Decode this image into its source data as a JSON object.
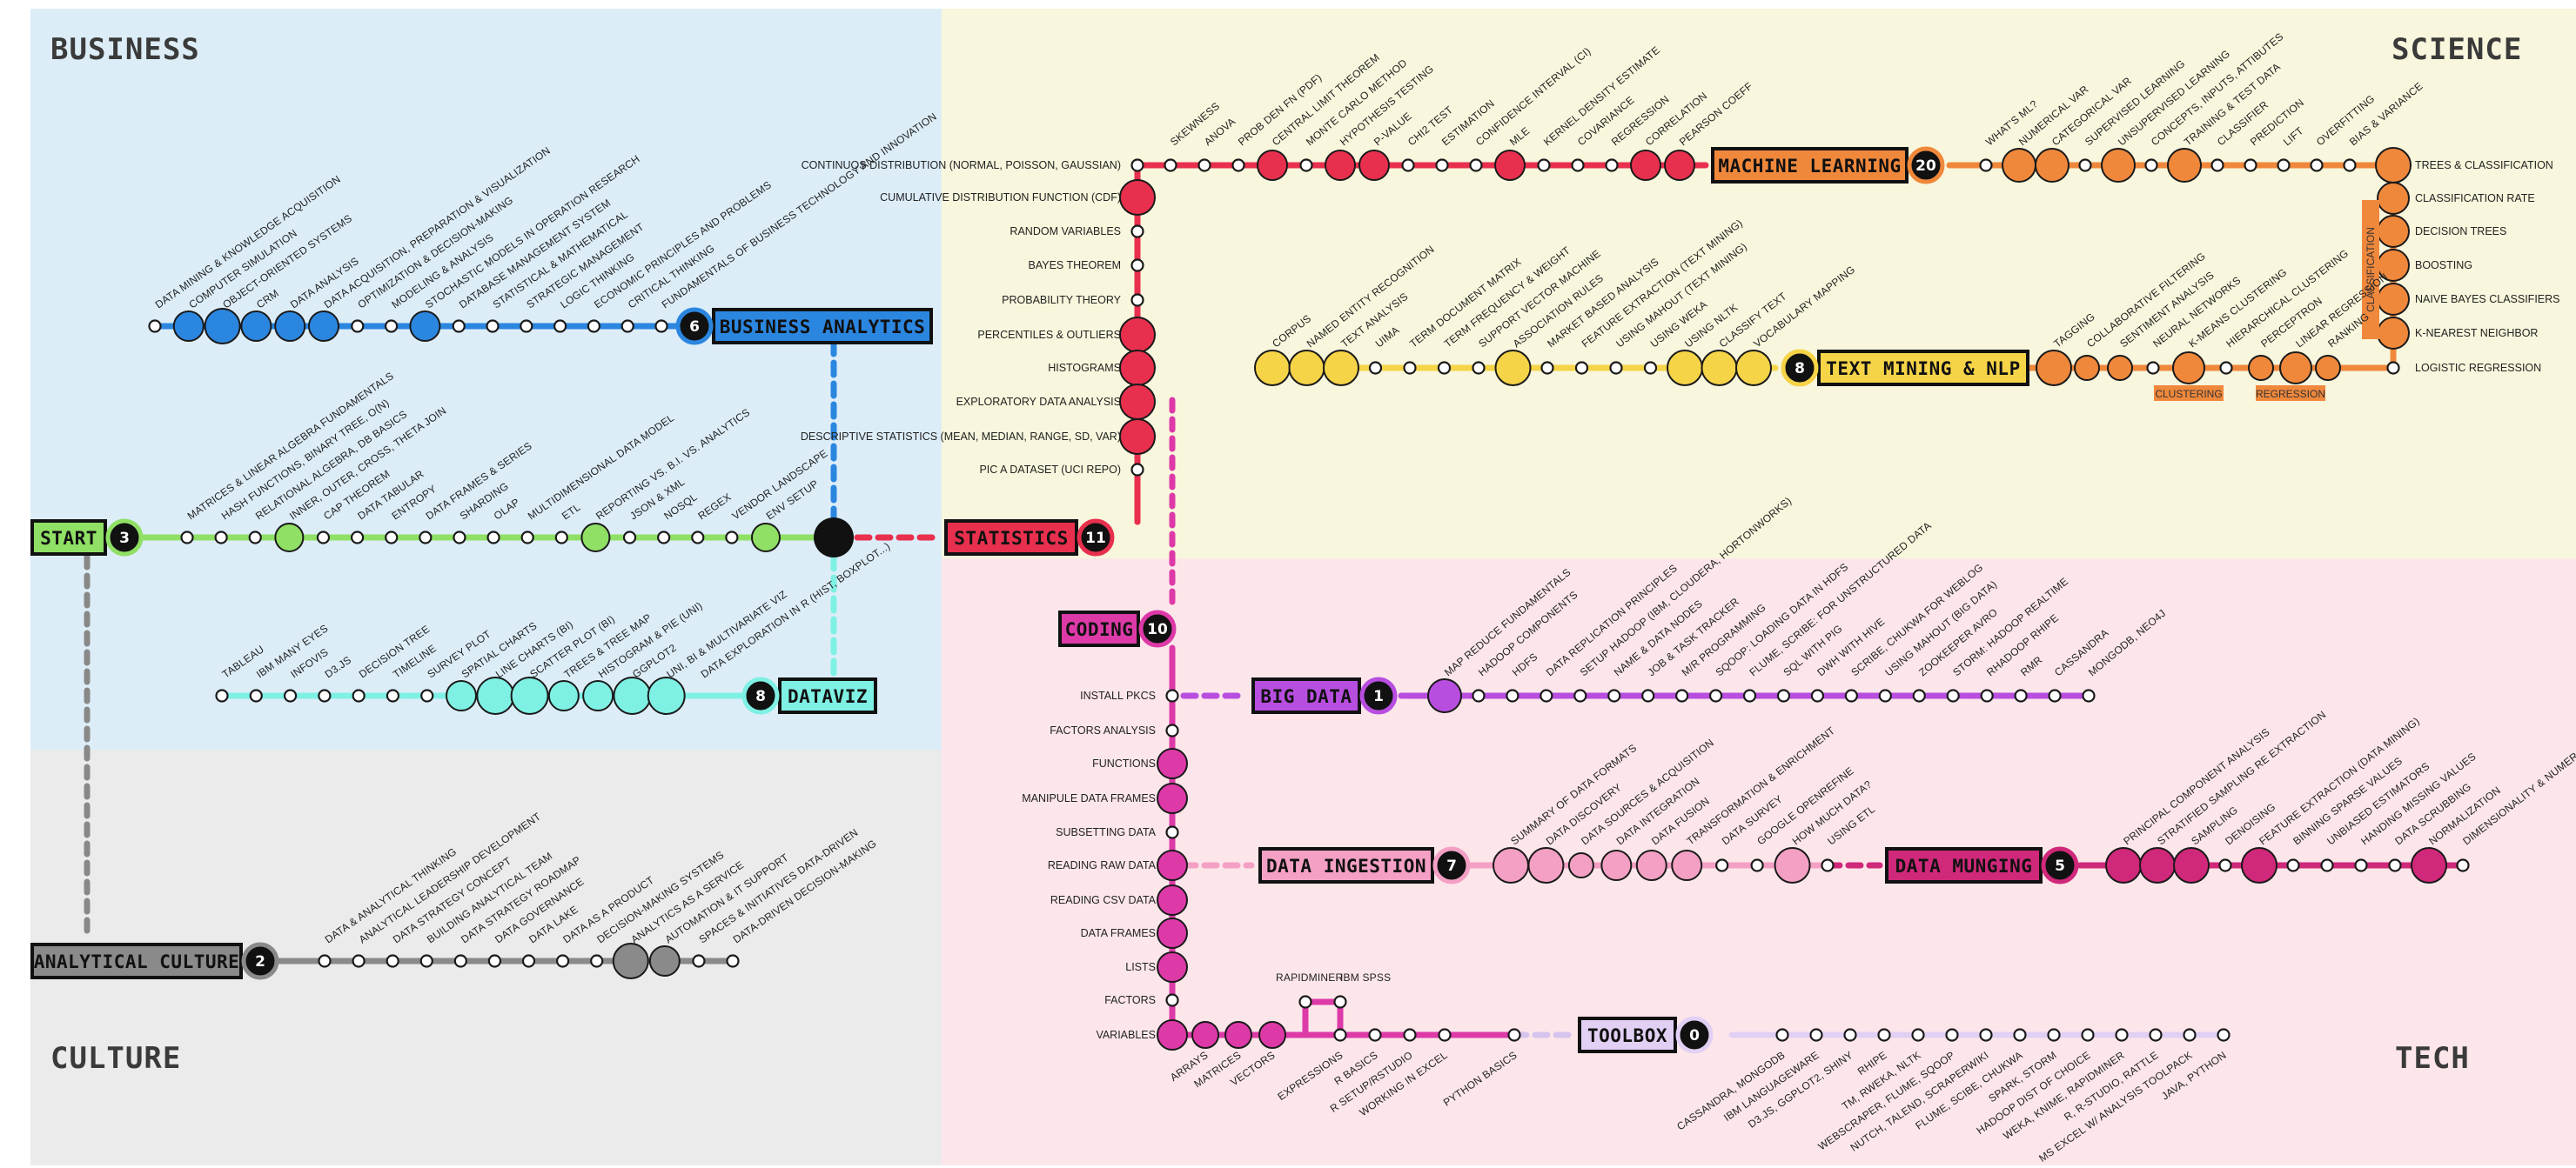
{
  "quadrants": {
    "business": "BUSINESS",
    "science": "SCIENCE",
    "culture": "CULTURE",
    "tech": "TECH"
  },
  "colors": {
    "business": "#2b86e0",
    "dataviz": "#7ff0e4",
    "start": "#8fe065",
    "statistics": "#e8304e",
    "ml": "#f0883c",
    "textmining": "#f6d448",
    "culture": "#8a8a8a",
    "coding": "#dd3aa8",
    "bigdata": "#b84ee0",
    "ingestion": "#f4a0c4",
    "munging": "#d0287a",
    "toolbox": "#e2d0f4",
    "bg_business": "#dcedf8",
    "bg_science": "#f8f6dc",
    "bg_culture": "#ebebeb",
    "bg_tech": "#fce6ea"
  },
  "lines": {
    "start": {
      "label": "START",
      "number": "3"
    },
    "business_analytics": {
      "label": "BUSINESS ANALYTICS",
      "number": "6"
    },
    "dataviz": {
      "label": "DATAVIZ",
      "number": "8"
    },
    "analytical_culture": {
      "label": "ANALYTICAL CULTURE",
      "number": "2"
    },
    "statistics": {
      "label": "STATISTICS",
      "number": "11"
    },
    "machine_learning": {
      "label": "MACHINE LEARNING",
      "number": "20"
    },
    "text_mining": {
      "label": "TEXT MINING & NLP",
      "number": "8"
    },
    "coding": {
      "label": "CODING",
      "number": "10"
    },
    "big_data": {
      "label": "BIG DATA",
      "number": "1"
    },
    "data_ingestion": {
      "label": "DATA INGESTION",
      "number": "7"
    },
    "data_munging": {
      "label": "DATA MUNGING",
      "number": "5"
    },
    "toolbox": {
      "label": "TOOLBOX",
      "number": "0"
    }
  },
  "stations": {
    "business": [
      "DATA MINING & KNOWLEDGE ACQUISITION",
      "COMPUTER SIMULATION",
      "OBJECT-ORIENTED SYSTEMS",
      "CRM",
      "DATA ANALYSIS",
      "DATA ACQUISITION, PREPARATION & VISUALIZATION",
      "OPTIMIZATION & DECISION-MAKING",
      "MODELING & ANALYSIS",
      "STOCHASTIC MODELS IN OPERATION RESEARCH",
      "DATABASE MANAGEMENT SYSTEM",
      "STATISTICAL & MATHEMATICAL",
      "STRATEGIC MANAGEMENT",
      "LOGIC THINKING",
      "ECONOMIC PRINCIPLES AND PROBLEMS",
      "CRITICAL THINKING",
      "FUNDAMENTALS OF BUSINESS TECHNOLOGY AND INNOVATION"
    ],
    "start": [
      "MATRICES & LINEAR ALGEBRA FUNDAMENTALS",
      "HASH FUNCTIONS, BINARY TREE, O(N)",
      "RELATIONAL ALGEBRA, DB BASICS",
      "INNER, OUTER, CROSS, THETA JOIN",
      "CAP THEOREM",
      "DATA TABULAR",
      "ENTROPY",
      "DATA FRAMES & SERIES",
      "SHARDING",
      "OLAP",
      "MULTIDIMENSIONAL DATA MODEL",
      "ETL",
      "REPORTING VS. B.I. VS. ANALYTICS",
      "JSON & XML",
      "NOSQL",
      "REGEX",
      "VENDOR LANDSCAPE",
      "ENV SETUP"
    ],
    "dataviz": [
      "TABLEAU",
      "IBM MANY EYES",
      "INFOVIS",
      "D3.JS",
      "DECISION TREE",
      "TIMELINE",
      "SURVEY PLOT",
      "SPATIAL CHARTS",
      "LINE CHARTS (BI)",
      "SCATTER PLOT (BI)",
      "TREES & TREE MAP",
      "HISTOGRAM & PIE (UNI)",
      "GGPLOT2",
      "UNI, BI & MULTIVARIATE VIZ",
      "DATA EXPLORATION IN R (HIST, BOXPLOT...)"
    ],
    "culture": [
      "DATA & ANALYTICAL THINKING",
      "ANALYTICAL LEADERSHIP DEVELOPMENT",
      "DATA STRATEGY CONCEPT",
      "BUILDING ANALYTICAL TEAM",
      "DATA STRATEGY ROADMAP",
      "DATA GOVERNANCE",
      "DATA LAKE",
      "DATA AS A PRODUCT",
      "DECISION-MAKING SYSTEMS",
      "ANALYTICS AS A SERVICE",
      "AUTOMATION & IT SUPPORT",
      "SPACES & INITIATIVES DATA-DRIVEN",
      "DATA-DRIVEN DECISION-MAKING"
    ],
    "statistics": [
      "CONTINUOS DISTRIBUTION (NORMAL, POISSON, GAUSSIAN)",
      "CUMULATIVE DISTRIBUTION FUNCTION (CDF)",
      "RANDOM VARIABLES",
      "BAYES THEOREM",
      "PROBABILITY THEORY",
      "PERCENTILES & OUTLIERS",
      "HISTOGRAMS",
      "EXPLORATORY DATA ANALYSIS",
      "DESCRIPTIVE STATISTICS (MEAN, MEDIAN, RANGE, SD, VAR)",
      "PIC A DATASET (UCI REPO)"
    ],
    "stats_top": [
      "SKEWNESS",
      "ANOVA",
      "PROB DEN FN (PDF)",
      "CENTRAL LIMIT THEOREM",
      "MONTE CARLO METHOD",
      "HYPOTHESIS TESTING",
      "P-VALUE",
      "CHI2 TEST",
      "ESTIMATION",
      "CONFIDENCE INTERVAL (CI)",
      "MLE",
      "KERNEL DENSITY ESTIMATE",
      "COVARIANCE",
      "REGRESSION",
      "CORRELATION",
      "PEARSON COEFF"
    ],
    "ml": [
      "WHAT'S ML?",
      "NUMERICAL VAR",
      "CATEGORICAL VAR",
      "SUPERVISED LEARNING",
      "UNSUPERVISED LEARNING",
      "CONCEPTS, INPUTS, ATTIBUTES",
      "TRAINING & TEST DATA",
      "CLASSIFIER",
      "PREDICTION",
      "LIFT",
      "OVERFITTING",
      "BIAS & VARIANCE"
    ],
    "ml_right": [
      "TREES & CLASSIFICATION",
      "CLASSIFICATION RATE",
      "DECISION TREES",
      "BOOSTING",
      "NAIVE BAYES CLASSIFIERS",
      "K-NEAREST NEIGHBOR",
      "LOGISTIC REGRESSION"
    ],
    "ml_bottom": [
      "TAGGING",
      "COLLABORATIVE FILTERING",
      "SENTIMENT ANALYSIS",
      "NEURAL NETWORKS",
      "K-MEANS CLUSTERING",
      "HIERARCHICAL CLUSTERING",
      "PERCEPTRON",
      "LINEAR REGRESSION",
      "RANKING"
    ],
    "text": [
      "CORPUS",
      "NAMED ENTITY RECOGNITION",
      "TEXT ANALYSIS",
      "UIMA",
      "TERM DOCUMENT MATRIX",
      "TERM FREQUENCY & WEIGHT",
      "SUPPORT VECTOR MACHINE",
      "ASSOCIATION RULES",
      "MARKET BASED ANALYSIS",
      "FEATURE EXTRACTION (TEXT MINING)",
      "USING MAHOUT (TEXT MINING)",
      "USING WEKA",
      "USING NLTK",
      "CLASSIFY TEXT",
      "VOCABULARY MAPPING"
    ],
    "coding": [
      "INSTALL PKCS",
      "FACTORS ANALYSIS",
      "FUNCTIONS",
      "MANIPULE DATA FRAMES",
      "SUBSETTING DATA",
      "READING RAW DATA",
      "READING CSV DATA",
      "DATA FRAMES",
      "LISTS",
      "FACTORS",
      "VARIABLES"
    ],
    "coding_bottom": [
      "ARRAYS",
      "MATRICES",
      "VECTORS",
      "EXPRESSIONS",
      "R BASICS",
      "R SETUP/RSTUDIO",
      "WORKING IN EXCEL",
      "PYTHON BASICS"
    ],
    "bigdata": [
      "MAP REDUCE FUNDAMENTALS",
      "HADOOP COMPONENTS",
      "HDFS",
      "DATA REPLICATION PRINCIPLES",
      "SETUP HADOOP (IBM, CLOUDERA, HORTONWORKS)",
      "NAME & DATA NODES",
      "JOB & TASK TRACKER",
      "M/R PROGRAMMING",
      "SQOOP: LOADING DATA IN HDFS",
      "FLUME, SCRIBE: FOR UNSTRUCTURED DATA",
      "SQL WITH PIG",
      "DWH WITH HIVE",
      "SCRIBE, CHUKWA FOR WEBLOG",
      "USING MAHOUT (BIG DATA)",
      "ZOOKEEPER AVRO",
      "STORM: HADOOP REALTIME",
      "RHADOOP RHIPE",
      "RMR",
      "CASSANDRA",
      "MONGODB, NEO4J"
    ],
    "ingestion": [
      "SUMMARY OF DATA FORMATS",
      "DATA DISCOVERY",
      "DATA SOURCES & ACQUISITION",
      "DATA INTEGRATION",
      "DATA FUSION",
      "TRANSFORMATION & ENRICHMENT",
      "DATA SURVEY",
      "GOOGLE OPENREFINE",
      "HOW MUCH DATA?",
      "USING ETL"
    ],
    "munging": [
      "PRINCIPAL COMPONENT ANALYSIS",
      "STRATIFIED SAMPLING RE EXTRACTION",
      "SAMPLING",
      "DENOISING",
      "FEATURE EXTRACTION (DATA MINING)",
      "BINNING SPARSE VALUES",
      "UNBIASED ESTIMATORS",
      "HANDING MISSING VALUES",
      "DATA SCRUBBING",
      "NORMALIZATION",
      "DIMENSIONALITY & NUMEROSITY REDUCTION"
    ],
    "toolbox": [
      "CASSANDRA, MONGODB",
      "IBM LANGUAGEWARE",
      "D3.JS, GGPLOT2, SHINY",
      "RHIPE",
      "TM, RWEKA, NLTK",
      "WEBSCRAPER, FLUME, SQOOP",
      "NUTCH, TALEND, SCRAPERWIKI",
      "FLUME, SCIBE, CHUKWA",
      "SPARK, STORM",
      "HADOOP DIST OF CHOICE",
      "WEKA, KNIME, RAPIDMINER",
      "R, R-STUDIO, RATTLE",
      "MS EXCEL W/ ANALYSIS TOOLPACK",
      "JAVA, PYTHON"
    ],
    "toolbox_branch": [
      "RAPIDMINER",
      "IBM SPSS"
    ]
  },
  "tags": {
    "clustering": "CLUSTERING",
    "regression": "REGRESSION",
    "classification": "CLASSIFICATION"
  }
}
